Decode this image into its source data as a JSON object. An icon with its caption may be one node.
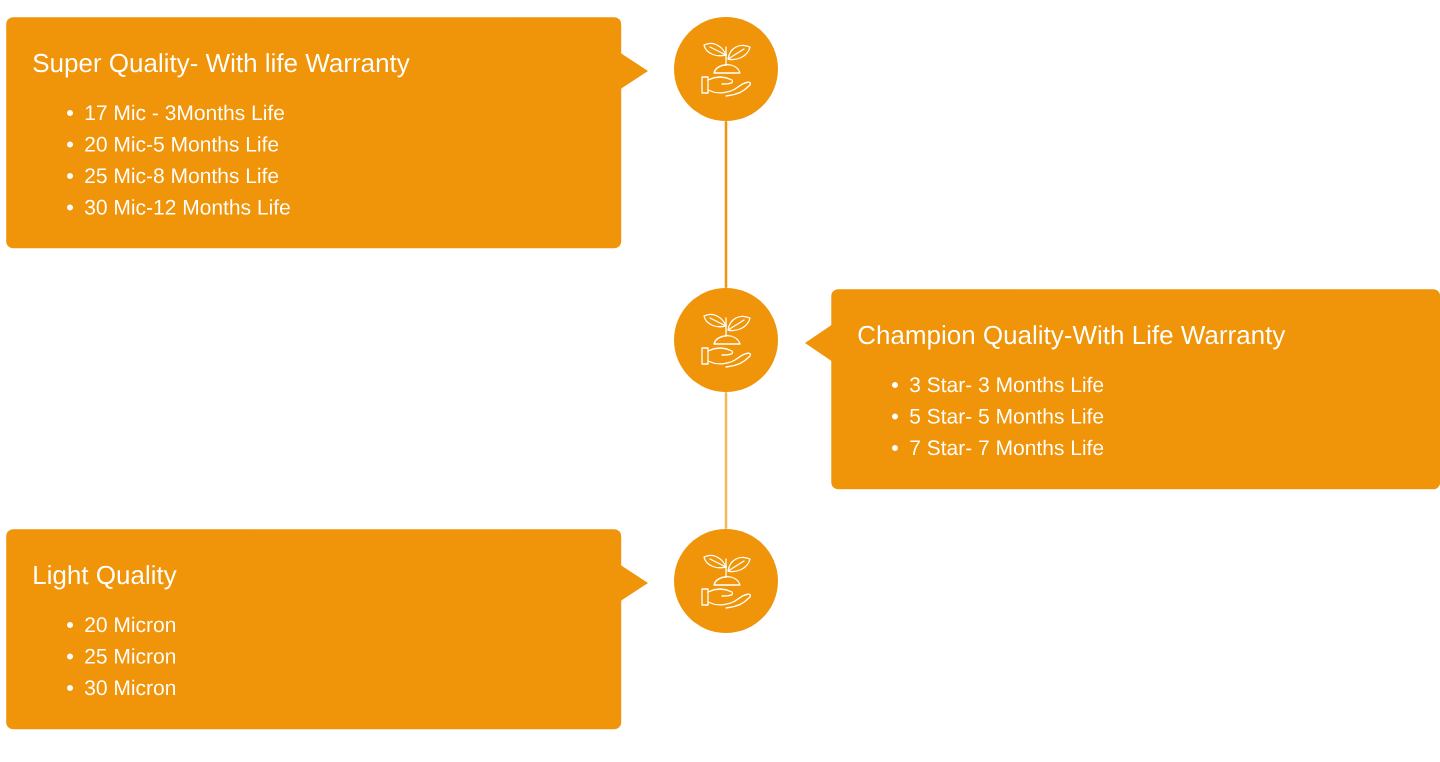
{
  "diagram": {
    "nodes": [
      {
        "text": [
          "Super Quality- With life Warranty",
          "17 Mic - 3Months Life",
          "20 Mic-5 Months Life",
          "25 Mic-8 Months Life",
          "30 Mic-12 Months Life"
        ]
      },
      {
        "text": [],
        "shape": "circle"
      },
      {
        "text": [],
        "shape": "circle"
      },
      {
        "text": [
          "Champion Quality-With Life Warranty",
          "3 Star- 3 Months Life",
          "5 Star- 5 Months Life",
          "7 Star- 7 Months Life"
        ]
      },
      {
        "text": [
          "Light Quality",
          "20 Micron",
          "25 Micron",
          "30 Micron"
        ]
      },
      {
        "text": [],
        "shape": "circle"
      }
    ],
    "edges": [
      {
        "from": 1,
        "to": 2,
        "arrow": "none"
      },
      {
        "from": 2,
        "to": 5,
        "arrow": "none",
        "color": "#f5b857"
      }
    ]
  }
}
